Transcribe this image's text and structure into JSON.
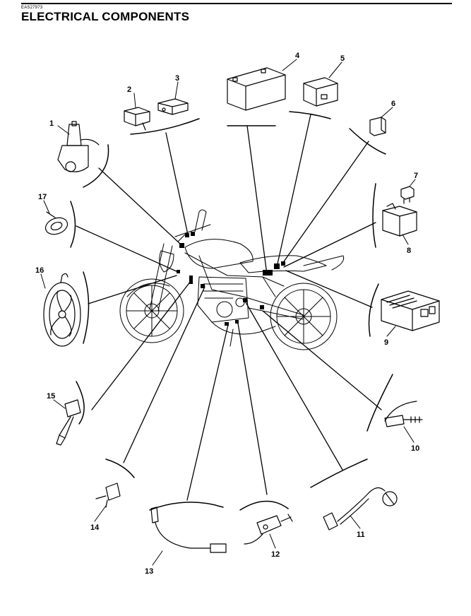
{
  "header": {
    "code": "EAS27973",
    "title": "ELECTRICAL COMPONENTS"
  },
  "callouts": [
    "1",
    "2",
    "3",
    "4",
    "5",
    "6",
    "7",
    "8",
    "9",
    "10",
    "11",
    "12",
    "13",
    "14",
    "15",
    "16",
    "17"
  ]
}
